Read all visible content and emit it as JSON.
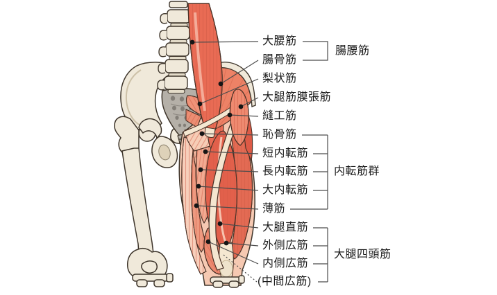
{
  "diagram": {
    "muscle_labels": [
      {
        "name": "psoas-major",
        "text": "大腰筋"
      },
      {
        "name": "iliacus",
        "text": "腸骨筋"
      },
      {
        "name": "piriformis",
        "text": "梨状筋"
      },
      {
        "name": "tensor-fasciae-latae",
        "text": "大腿筋膜張筋"
      },
      {
        "name": "sartorius",
        "text": "縫工筋"
      },
      {
        "name": "pectineus",
        "text": "恥骨筋"
      },
      {
        "name": "adductor-brevis",
        "text": "短内転筋"
      },
      {
        "name": "adductor-longus",
        "text": "長内転筋"
      },
      {
        "name": "adductor-magnus",
        "text": "大内転筋"
      },
      {
        "name": "gracilis",
        "text": "薄筋"
      },
      {
        "name": "rectus-femoris",
        "text": "大腿直筋"
      },
      {
        "name": "vastus-lateralis",
        "text": "外側広筋"
      },
      {
        "name": "vastus-medialis",
        "text": "内側広筋"
      },
      {
        "name": "vastus-intermedius",
        "text": "(中間広筋)"
      }
    ],
    "group_labels": [
      {
        "name": "iliopsoas",
        "text": "腸腰筋"
      },
      {
        "name": "adductor-group",
        "text": "内転筋群"
      },
      {
        "name": "quadriceps-femoris",
        "text": "大腿四頭筋"
      }
    ],
    "colors": {
      "background": "#ffffff",
      "muscle_red": "#e2604b",
      "muscle_salmon": "#ee9a80",
      "muscle_pale_pink": "#f6c9b2",
      "tendon_cream": "#f5e7d1",
      "bone": "#f0e9da",
      "sacrum_gray": "#b5b0a8",
      "outline": "#3e352b",
      "leader_line": "#4c4c4c",
      "label_text": "#1a1a1a"
    }
  }
}
